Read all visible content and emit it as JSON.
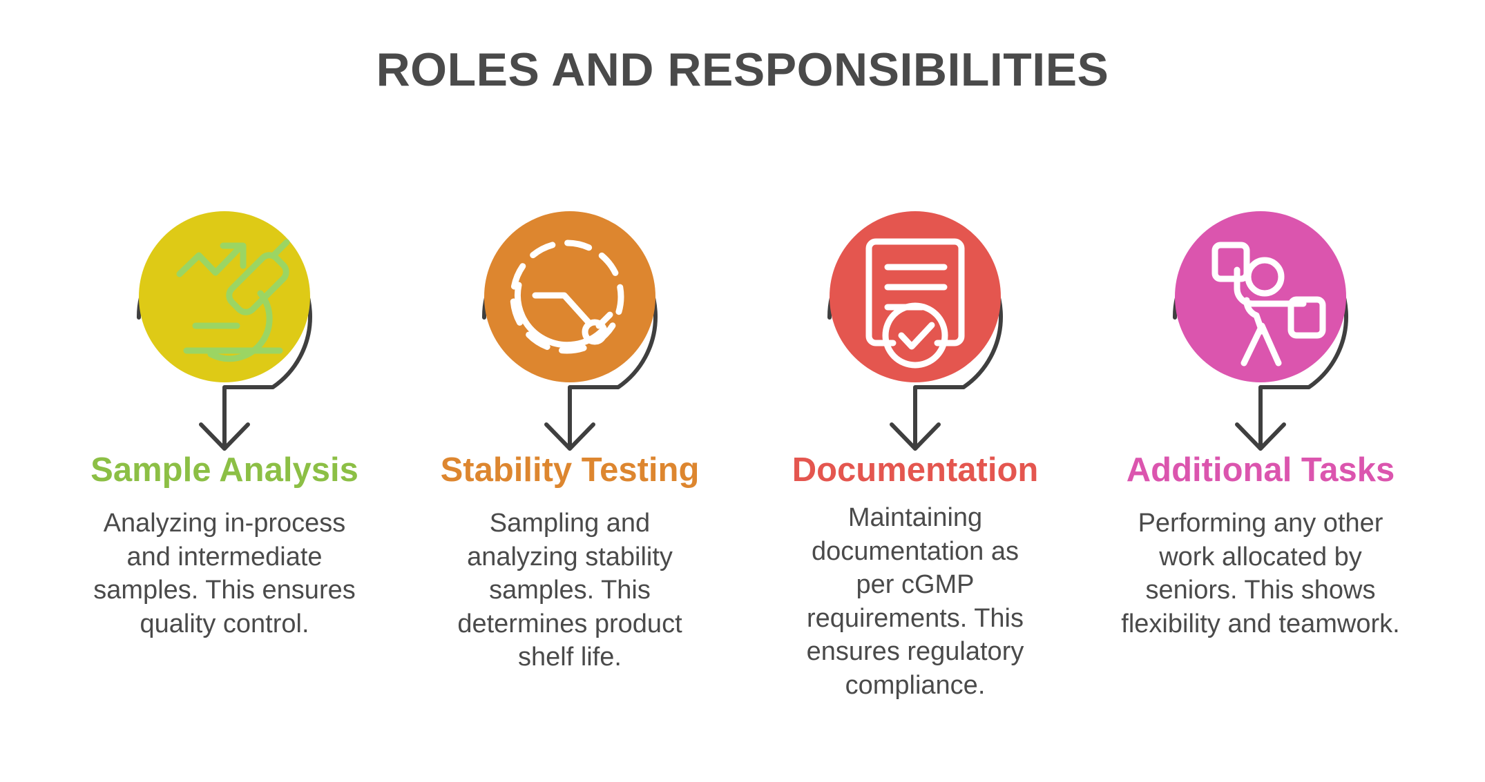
{
  "slide": {
    "title": "ROLES AND RESPONSIBILITIES",
    "background_color": "#FFFFFF",
    "title_color": "#4A4A4A",
    "body_text_color": "#4A4A4A",
    "arc_color": "#3F3F3F"
  },
  "columns": [
    {
      "icon_name": "microscope-analysis-icon",
      "circle_color": "#DECA16",
      "glyph_color": "#9BD563",
      "heading": "Sample Analysis",
      "heading_color": "#8CBF45",
      "body": "Analyzing in-process and intermediate samples. This ensures quality control."
    },
    {
      "icon_name": "stopwatch-timer-icon",
      "circle_color": "#DD862F",
      "glyph_color": "#FFFFFF",
      "heading": "Stability Testing",
      "heading_color": "#DD862F",
      "body": "Sampling and analyzing stability samples. This determines product shelf life."
    },
    {
      "icon_name": "certificate-document-check-icon",
      "circle_color": "#E4564F",
      "glyph_color": "#FFFFFF",
      "heading": "Documentation",
      "heading_color": "#E4564F",
      "body": "Maintaining documentation as per cGMP requirements. This ensures regulatory compliance."
    },
    {
      "icon_name": "worker-carrying-boxes-icon",
      "circle_color": "#DB55AE",
      "glyph_color": "#FFFFFF",
      "heading": "Additional Tasks",
      "heading_color": "#DB55AE",
      "body": "Performing any other work allocated by seniors. This shows flexibility and teamwork."
    }
  ]
}
